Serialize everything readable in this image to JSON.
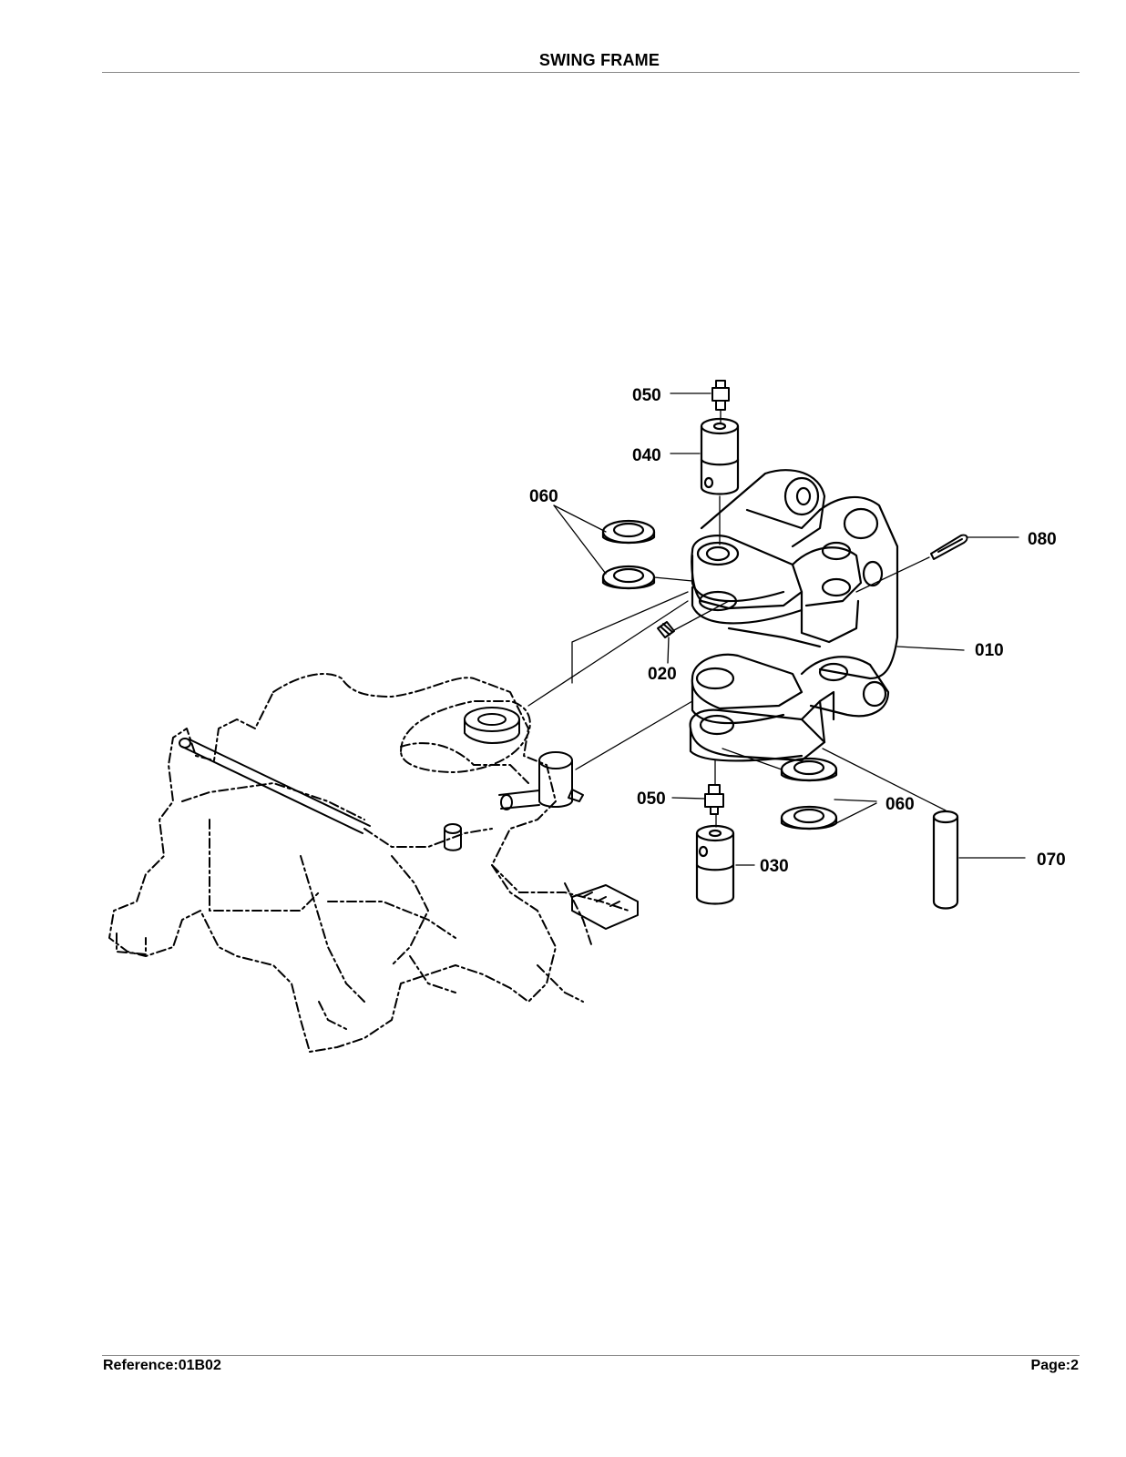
{
  "page": {
    "title": "SWING FRAME",
    "reference": "Reference:01B02",
    "page_number": "Page:2"
  },
  "callouts": {
    "c010": "010",
    "c020": "020",
    "c030": "030",
    "c040": "040",
    "c050_top": "050",
    "c050_bottom": "050",
    "c060_top": "060",
    "c060_bottom": "060",
    "c070": "070",
    "c080": "080"
  }
}
